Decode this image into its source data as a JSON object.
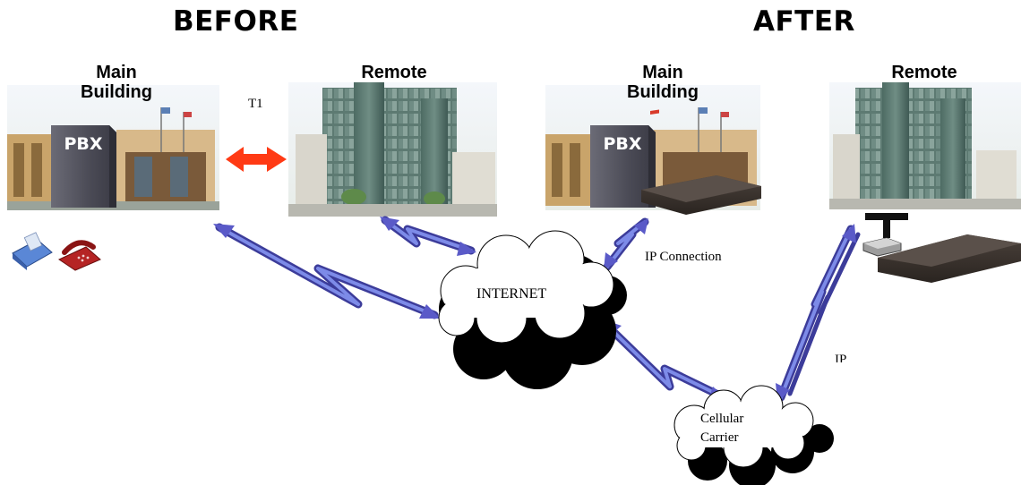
{
  "headings": {
    "before": "BEFORE",
    "after": "AFTER"
  },
  "sites": {
    "before_main": {
      "line1": "Main",
      "line2": "Building"
    },
    "before_remote": {
      "label": "Remote"
    },
    "after_main": {
      "line1": "Main",
      "line2": "Building"
    },
    "after_remote": {
      "label": "Remote"
    }
  },
  "pbx_label": "PBX",
  "links": {
    "t1": "T1",
    "ip_connection": "IP Connection",
    "ip": "IP"
  },
  "clouds": {
    "internet": "INTERNET",
    "cellular_line1": "Cellular",
    "cellular_line2": "Carrier"
  },
  "colors": {
    "link_arrow": "#6a6ad0",
    "t1_arrow": "#ff3a14",
    "cloud_fill": "#ffffff",
    "cloud_shadow": "#000000",
    "router_body": "#3a3430",
    "pbx_box": "#555560"
  }
}
